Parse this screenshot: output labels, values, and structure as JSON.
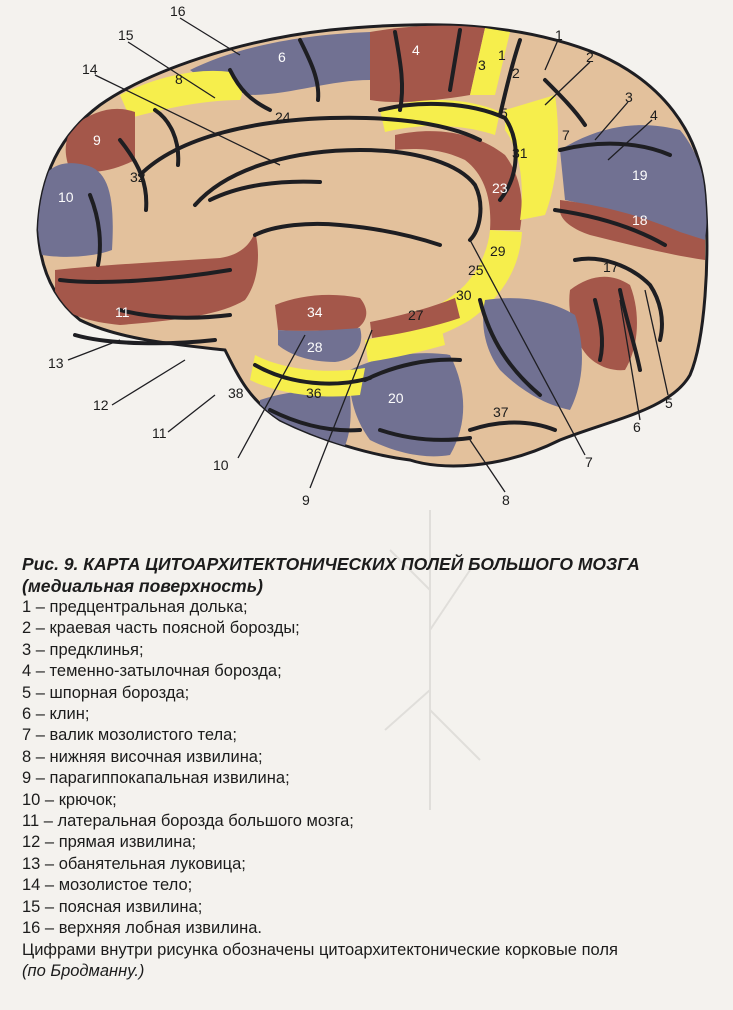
{
  "figure": {
    "external_labels": [
      "1",
      "2",
      "3",
      "4",
      "5",
      "6",
      "7",
      "8",
      "9",
      "10",
      "11",
      "12",
      "13",
      "14",
      "15",
      "16"
    ],
    "internal_fields": [
      "1",
      "2",
      "3",
      "4",
      "5",
      "6",
      "7",
      "8",
      "9",
      "10",
      "11",
      "17",
      "18",
      "19",
      "20",
      "23",
      "24",
      "25",
      "27",
      "28",
      "29",
      "30",
      "31",
      "32",
      "34",
      "36",
      "37",
      "38"
    ],
    "colors": {
      "tan": "#e3c19c",
      "brown": "#a4574a",
      "slate": "#717192",
      "yellow": "#f6ee4c",
      "sulcus": "#1e1e22"
    }
  },
  "caption": {
    "title": "Рис. 9. КАРТА ЦИТОАРХИТЕКТОНИЧЕСКИХ ПОЛЕЙ БОЛЬШОГО МОЗГА",
    "subtitle": "(медиальная поверхность)",
    "legend": [
      "1 – предцентральная долька;",
      "2 –  краевая часть поясной борозды;",
      "3 – предклинья;",
      "4 – теменно-затылочная борозда;",
      "5 – шпорная борозда;",
      "6 – клин;",
      "7 – валик мозолистого тела;",
      "8 – нижняя височная извилина;",
      "9 – парагиппокапальная извилина;",
      "10 – крючок;",
      "11 – латеральная борозда большого мозга;",
      "12 – прямая извилина;",
      "13 – обанятельная луковица;",
      "14 – мозолистое тело;",
      "15 – поясная извилина;",
      "16 – верхняя лобная извилина."
    ],
    "note": "Цифрами внутри рисунка обозначены цитоархитектонические корковые поля",
    "note_sub": "(по Бродманну.)"
  }
}
